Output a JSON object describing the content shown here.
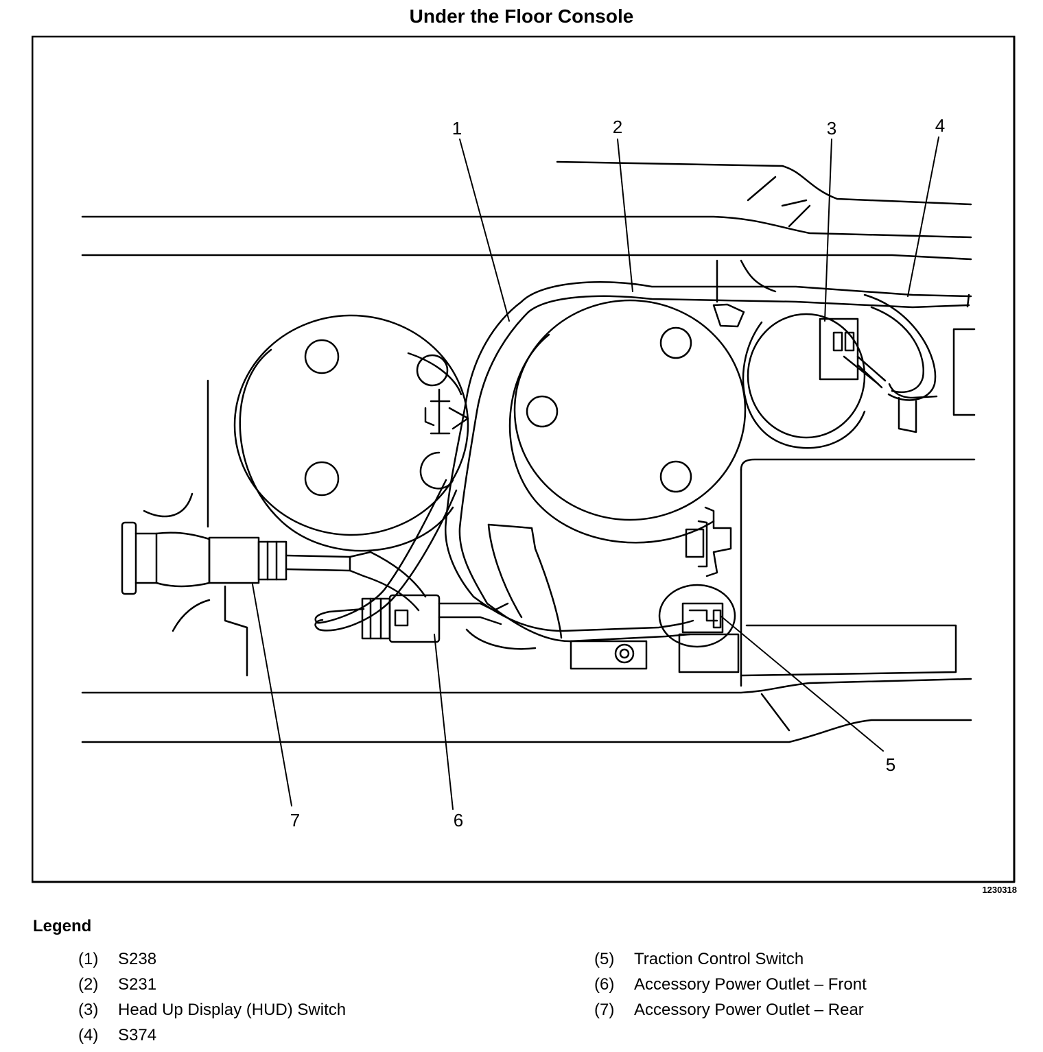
{
  "title": "Under the Floor Console",
  "figure_id": "1230318",
  "callouts": [
    "1",
    "2",
    "3",
    "4",
    "5",
    "6",
    "7"
  ],
  "legend": {
    "heading": "Legend",
    "left_items": [
      {
        "num": "(1)",
        "text": "S238"
      },
      {
        "num": "(2)",
        "text": "S231"
      },
      {
        "num": "(3)",
        "text": "Head Up Display (HUD) Switch"
      },
      {
        "num": "(4)",
        "text": "S374"
      }
    ],
    "right_items": [
      {
        "num": "(5)",
        "text": "Traction Control Switch"
      },
      {
        "num": "(6)",
        "text": "Accessory Power Outlet – Front"
      },
      {
        "num": "(7)",
        "text": "Accessory Power Outlet – Rear"
      }
    ]
  }
}
